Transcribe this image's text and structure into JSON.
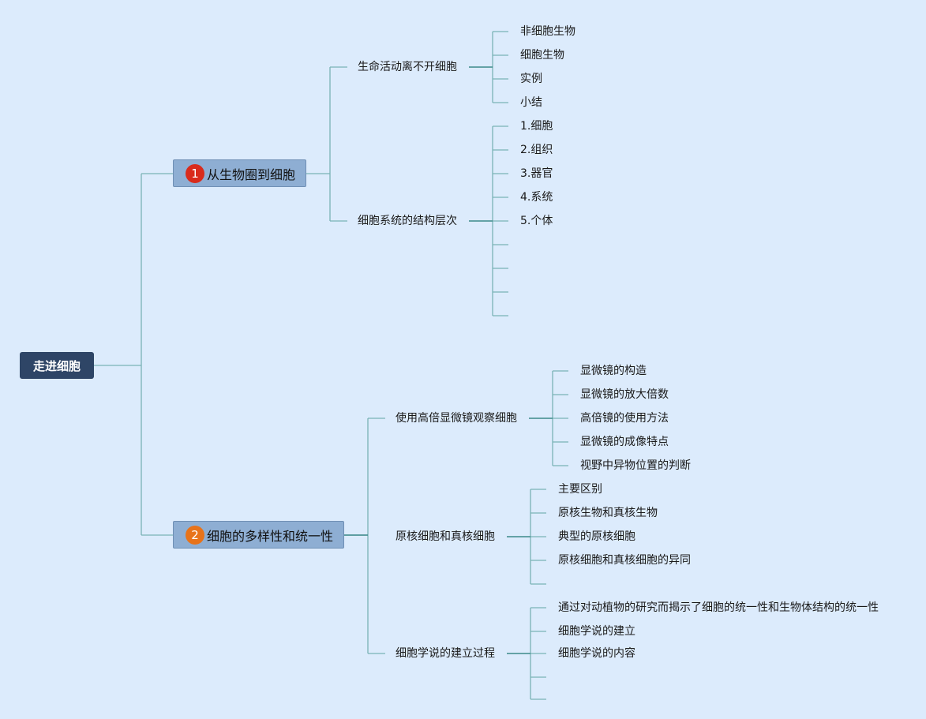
{
  "root": {
    "label": "走进细胞"
  },
  "sections": [
    {
      "badge": "1",
      "badge_color": "#d92b1c",
      "title": "从生物圈到细胞",
      "subtopics": [
        {
          "label": "生命活动离不开细胞",
          "items": [
            "非细胞生物",
            "细胞生物",
            "实例",
            "小结"
          ]
        },
        {
          "label": "细胞系统的结构层次",
          "items": [
            "1.细胞",
            "2.组织",
            "3.器官",
            "4.系统",
            "5.个体",
            "",
            "",
            "",
            ""
          ]
        }
      ]
    },
    {
      "badge": "2",
      "badge_color": "#e8731a",
      "title": "细胞的多样性和统一性",
      "subtopics": [
        {
          "label": "使用高倍显微镜观察细胞",
          "items": [
            "显微镜的构造",
            "显微镜的放大倍数",
            "高倍镜的使用方法",
            "显微镜的成像特点",
            "视野中异物位置的判断"
          ]
        },
        {
          "label": "原核细胞和真核细胞",
          "items": [
            "主要区别",
            "原核生物和真核生物",
            "典型的原核细胞",
            "原核细胞和真核细胞的异同",
            ""
          ]
        },
        {
          "label": "细胞学说的建立过程",
          "items": [
            "通过对动植物的研究而揭示了细胞的统一性和生物体结构的统一性",
            "细胞学说的建立",
            "细胞学说的内容",
            "",
            ""
          ]
        }
      ]
    }
  ],
  "colors": {
    "line": "#7ab3b6",
    "line_dark": "#3d8a8a",
    "background": "#dcebfc"
  }
}
